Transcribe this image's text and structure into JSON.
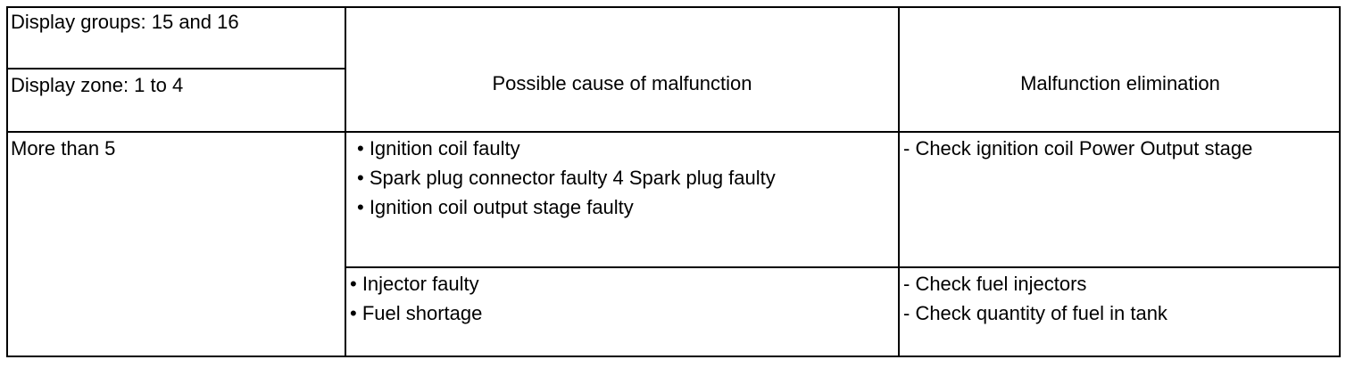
{
  "table": {
    "header": {
      "display_groups": "Display groups: 15 and 16",
      "display_zone": "Display zone: 1 to 4",
      "cause_heading": "Possible cause of malfunction",
      "elimination_heading": "Malfunction elimination"
    },
    "row_label": "More than 5",
    "rows": [
      {
        "causes": [
          "• Ignition coil faulty",
          "• Spark plug connector faulty 4 Spark plug faulty",
          "• Ignition coil output stage faulty"
        ],
        "eliminations": [
          "- Check ignition coil Power Output stage"
        ]
      },
      {
        "causes": [
          "• Injector faulty",
          "• Fuel shortage"
        ],
        "eliminations": [
          "- Check fuel injectors",
          "- Check quantity of fuel in tank"
        ]
      }
    ]
  }
}
